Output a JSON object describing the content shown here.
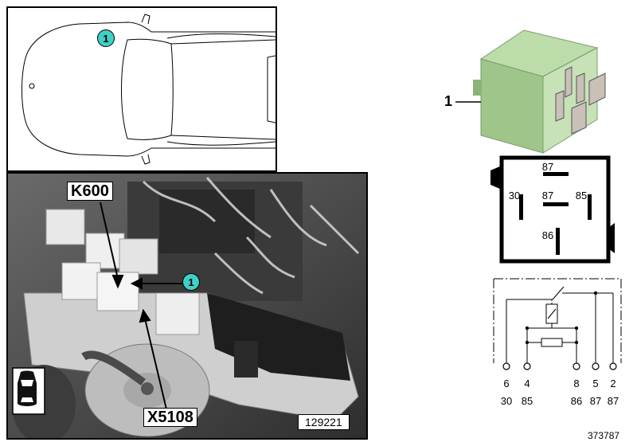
{
  "callouts": {
    "car_marker": "1",
    "photo_marker": "1"
  },
  "photo": {
    "relay_label": "K600",
    "connector_label": "X5108",
    "image_number": "129221"
  },
  "part": {
    "number": "1"
  },
  "relay_face": {
    "pin_top": "87",
    "pin_left": "30",
    "pin_center": "87",
    "pin_right": "85",
    "pin_bottom": "86"
  },
  "schematic": {
    "pins_top": [
      "6",
      "4",
      "8",
      "5",
      "2"
    ],
    "pins_bottom": [
      "30",
      "85",
      "86",
      "87",
      "87"
    ]
  },
  "footer": {
    "diagram_number": "373787"
  },
  "colors": {
    "callout": "#3fd0c8",
    "relay_body": "#b3d6a0"
  },
  "icons": {
    "car_location": "car-top-view-icon"
  }
}
